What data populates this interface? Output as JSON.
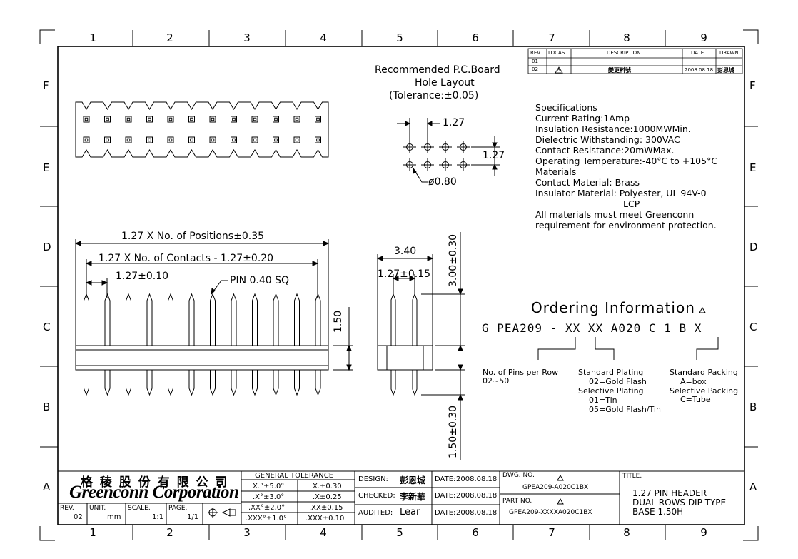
{
  "frame": {
    "columns": [
      "1",
      "2",
      "3",
      "4",
      "5",
      "6",
      "7",
      "8",
      "9"
    ],
    "rows": [
      "F",
      "E",
      "D",
      "C",
      "B",
      "A"
    ]
  },
  "revision": {
    "headers": [
      "REV.",
      "LOCAS.",
      "DESCRIPTION",
      "DATE",
      "DRAWN"
    ],
    "rows": [
      {
        "rev": "01",
        "locas": "",
        "description": "",
        "date": "",
        "drawn": ""
      },
      {
        "rev": "02",
        "locas": "A",
        "description": "變更料號",
        "date": "2008.08.18",
        "drawn": "彭恩城"
      }
    ]
  },
  "pcb_layout": {
    "title_lines": [
      "Recommended P.C.Board",
      "Hole Layout",
      "(Tolerance:±0.05)"
    ],
    "dim_pitch_h": "1.27",
    "dim_pitch_v": "1.27",
    "dim_hole": "ø0.80"
  },
  "specifications": {
    "lines": [
      "Specifications",
      "Current Rating:1Amp",
      "Insulation Resistance:1000MWMin.",
      "Dielectric Withstanding:  300VAC",
      "Contact Resistance:20mWMax.",
      "Operating Temperature:-40°C to +105°C",
      "Materials",
      "Contact Material: Brass",
      "Insulator Material: Polyester, UL 94V-0",
      "LCP",
      "All materials must meet Greenconn",
      "requirement for environment protection."
    ]
  },
  "front_view": {
    "dim_positions": "1.27 X No. of Positions±0.35",
    "dim_contacts": "1.27 X No. of Contacts - 1.27±0.20",
    "dim_pitch": "1.27±0.10",
    "pin_callout": "PIN 0.40 SQ",
    "dim_height": "1.50"
  },
  "side_view": {
    "dim_width": "3.40",
    "dim_pitch": "1.27±0.15",
    "dim_top": "3.00±0.30",
    "dim_bottom": "1.50±0.30"
  },
  "ordering": {
    "title": "Ordering Information",
    "code": "G PEA209 - XX  XX  A020 C 1 B X",
    "pins_label": "No. of Pins per Row",
    "pins_range": "02~50",
    "plating_lines": [
      "Standard Plating",
      "02=Gold Flash",
      "Selective Plating",
      "01=Tin",
      "05=Gold Flash/Tin"
    ],
    "packing_lines": [
      "Standard Packing",
      "A=box",
      "Selective Packing",
      "C=Tube"
    ]
  },
  "title_block": {
    "company_cn": "格 稜 股 份 有 限 公 司",
    "company_en": "Greenconn Corporation",
    "rev_label": "REV.",
    "rev_value": "02",
    "unit_label": "UNIT.",
    "unit_value": "mm",
    "scale_label": "SCALE.",
    "scale_value": "1:1",
    "page_label": "PAGE.",
    "page_value": "1/1",
    "tolerance_title": "GENERAL TOLERANCE",
    "tolerance_rows": [
      [
        "X.°±5.0°",
        "X.±0.30"
      ],
      [
        ".X°±3.0°",
        ".X±0.25"
      ],
      [
        ".XX°±2.0°",
        ".XX±0.15"
      ],
      [
        ".XXX°±1.0°",
        ".XXX±0.10"
      ]
    ],
    "design_label": "DESIGN:",
    "design_name": "彭恩城",
    "checked_label": "CHECKED:",
    "checked_name": "李新華",
    "audited_label": "AUDITED:",
    "audited_name": "Lear",
    "date_label": "DATE:",
    "dates": [
      "2008.08.18",
      "2008.08.18",
      "2008.08.18"
    ],
    "dwg_label": "DWG. NO.",
    "dwg_value": "GPEA209-A020C1BX",
    "part_label": "PART NO.",
    "part_value": "GPEA209-XXXXA020C1BX",
    "title_label": "TITLE.",
    "title_lines": [
      "1.27 PIN HEADER",
      "DUAL ROWS DIP TYPE",
      "BASE 1.50H"
    ]
  }
}
